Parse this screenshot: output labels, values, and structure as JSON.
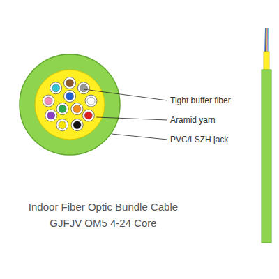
{
  "diagram": {
    "caption": "Indoor Fiber Optic Bundle Cable GJFJV OM5 4-24 Core",
    "labels": [
      "Tight buffer fiber",
      "Aramid yarn",
      "PVC/LSZH jack"
    ]
  }
}
